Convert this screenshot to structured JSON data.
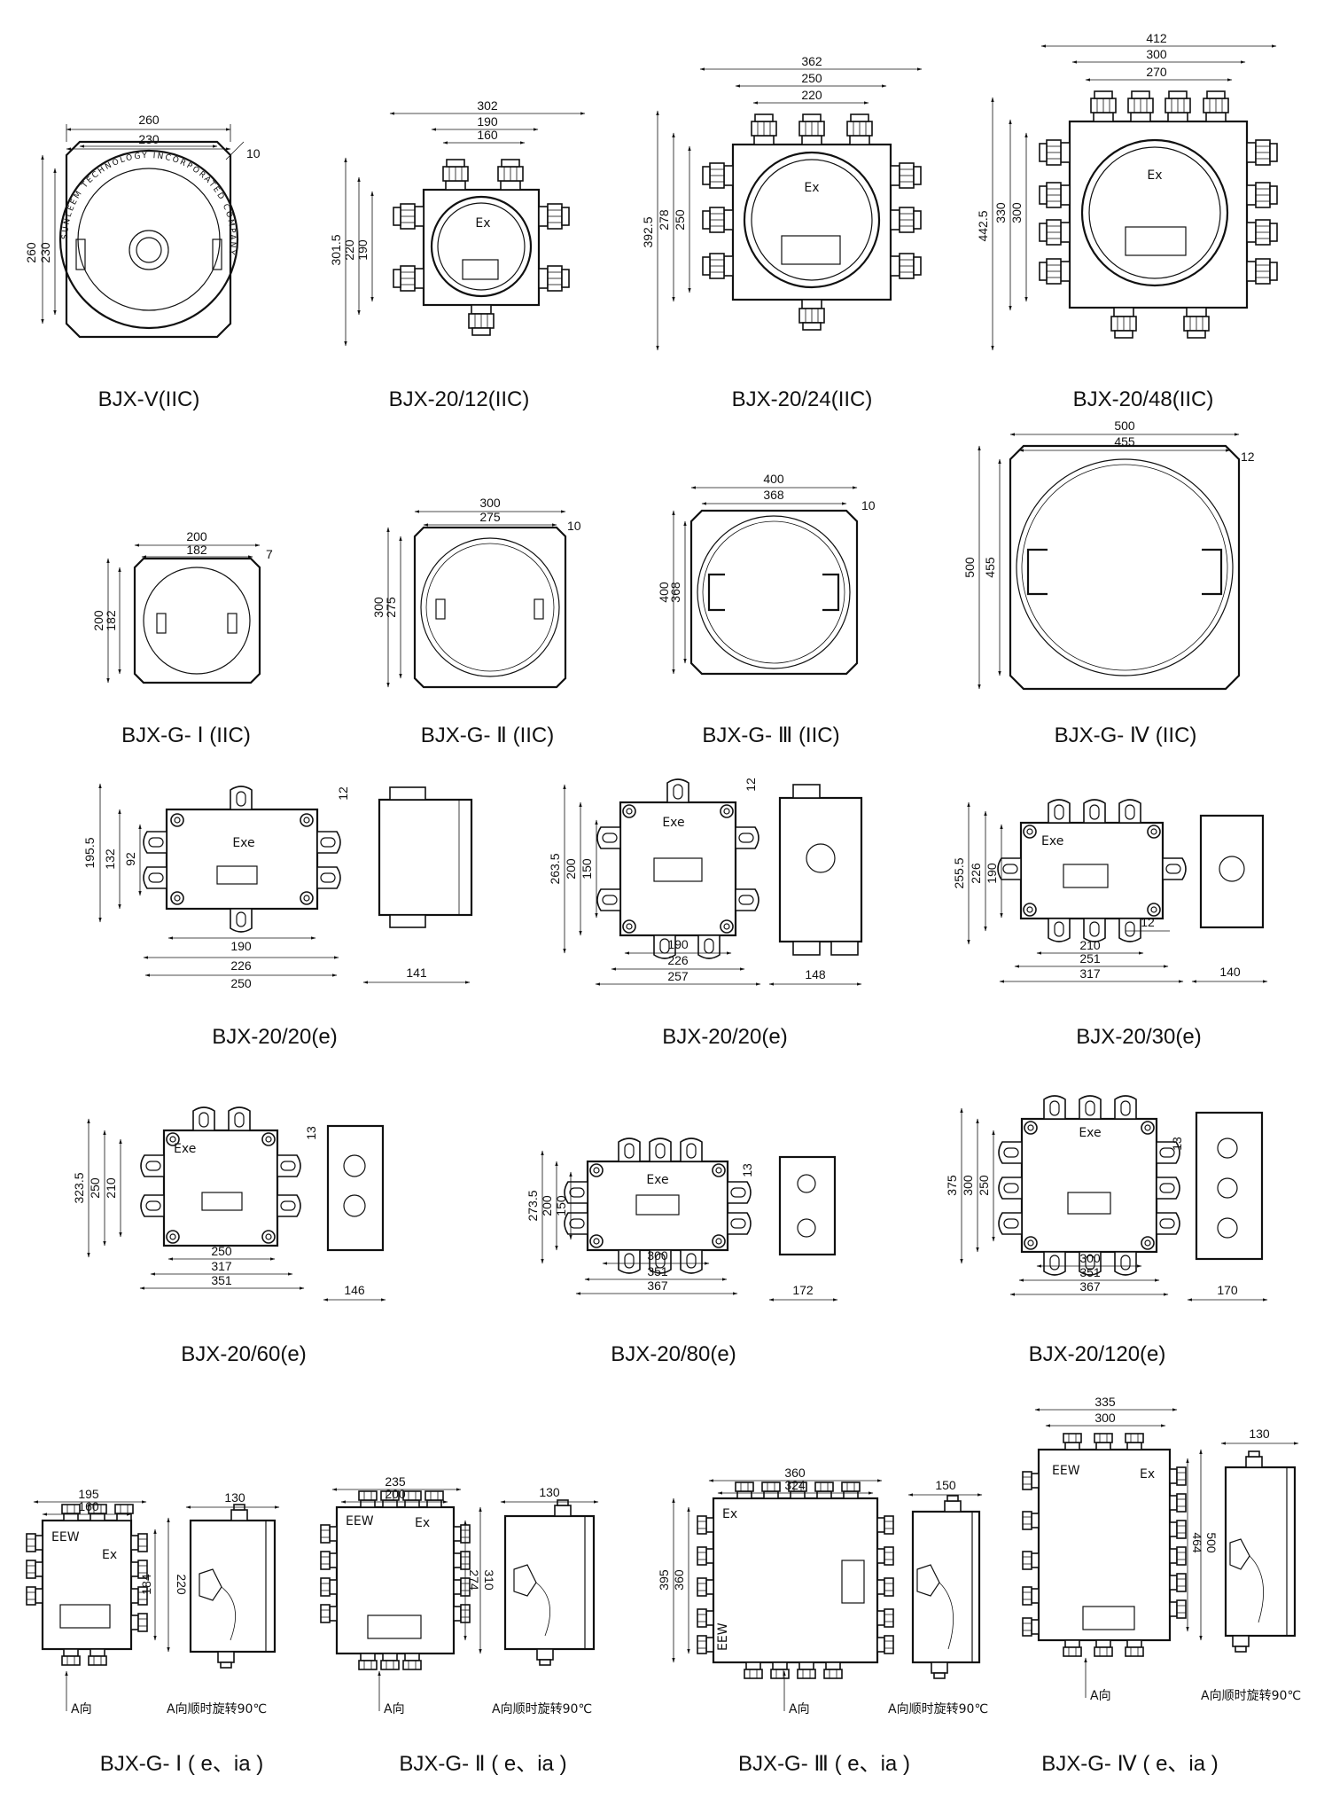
{
  "captions": [
    "BJX-V(IIC)",
    "BJX-20/12(IIC)",
    "BJX-20/24(IIC)",
    "BJX-20/48(IIC)",
    "BJX-G- Ⅰ (IIC)",
    "BJX-G- Ⅱ (IIC)",
    "BJX-G- Ⅲ (IIC)",
    "BJX-G- Ⅳ (IIC)",
    "BJX-20/20(e)",
    "BJX-20/20(e)",
    "BJX-20/30(e)",
    "BJX-20/60(e)",
    "BJX-20/80(e)",
    "BJX-20/120(e)",
    "BJX-G- Ⅰ ( e、ia )",
    "BJX-G- Ⅱ ( e、ia )",
    "BJX-G- Ⅲ ( e、ia )",
    "BJX-G- Ⅳ ( e、ia )"
  ],
  "labels": {
    "ex": "Ex",
    "exe": "Exe",
    "eew": "EEW",
    "view_a": "A向",
    "rotate_note": "A向顺时旋转90℃",
    "rotate_note_alt": "A向顺时旋转90℃",
    "ring_text": "SUNLEEM TECHNOLOGY INCORPORATED COMPANY"
  },
  "dims": {
    "d1": {
      "w1": "260",
      "w2": "230",
      "h1": "260",
      "h2": "230",
      "c": "10"
    },
    "d2": {
      "w1": "302",
      "w2": "190",
      "w3": "160",
      "h1": "301.5",
      "h2": "220",
      "h3": "190"
    },
    "d3": {
      "w1": "362",
      "w2": "250",
      "w3": "220",
      "h1": "392.5",
      "h2": "278",
      "h3": "250"
    },
    "d4": {
      "w1": "412",
      "w2": "300",
      "w3": "270",
      "h1": "442.5",
      "h2": "330",
      "h3": "300"
    },
    "d5": {
      "w1": "200",
      "w2": "182",
      "h1": "200",
      "h2": "182",
      "c": "7"
    },
    "d6": {
      "w1": "300",
      "w2": "275",
      "h1": "300",
      "h2": "275",
      "c": "10"
    },
    "d7": {
      "w1": "400",
      "w2": "368",
      "h1": "400",
      "h2": "368",
      "c": "10"
    },
    "d8": {
      "w1": "500",
      "w2": "455",
      "h1": "500",
      "h2": "455",
      "c": "12"
    },
    "d9": {
      "b1": "190",
      "b2": "226",
      "b3": "250",
      "h1": "195.5",
      "h2": "132",
      "h3": "92",
      "t": "12",
      "s": "141"
    },
    "d10": {
      "b1": "190",
      "b2": "226",
      "b3": "257",
      "h1": "263.5",
      "h2": "200",
      "h3": "150",
      "t": "12",
      "s": "148"
    },
    "d11": {
      "b1": "210",
      "b2": "251",
      "b3": "317",
      "h1": "255.5",
      "h2": "226",
      "h3": "190",
      "t": "12",
      "s": "140"
    },
    "d12": {
      "b1": "250",
      "b2": "317",
      "b3": "351",
      "h1": "323.5",
      "h2": "250",
      "h3": "210",
      "t": "13",
      "s": "146"
    },
    "d13": {
      "b1": "300",
      "b2": "351",
      "b3": "367",
      "h1": "273.5",
      "h2": "200",
      "h3": "150",
      "t": "13",
      "s": "172"
    },
    "d14": {
      "b1": "300",
      "b2": "351",
      "b3": "367",
      "h1": "375",
      "h2": "300",
      "h3": "250",
      "t": "13",
      "s": "170"
    },
    "d15": {
      "w1": "195",
      "w2": "160",
      "h1": "220",
      "h2": "184",
      "s": "130"
    },
    "d16": {
      "w1": "235",
      "w2": "200",
      "h1": "310",
      "h2": "274",
      "s": "130"
    },
    "d17": {
      "w1": "360",
      "w2": "324",
      "h1": "395",
      "h2": "360",
      "s": "150"
    },
    "d18": {
      "w1": "335",
      "w2": "300",
      "h1": "500",
      "h2": "464",
      "s": "130"
    }
  }
}
